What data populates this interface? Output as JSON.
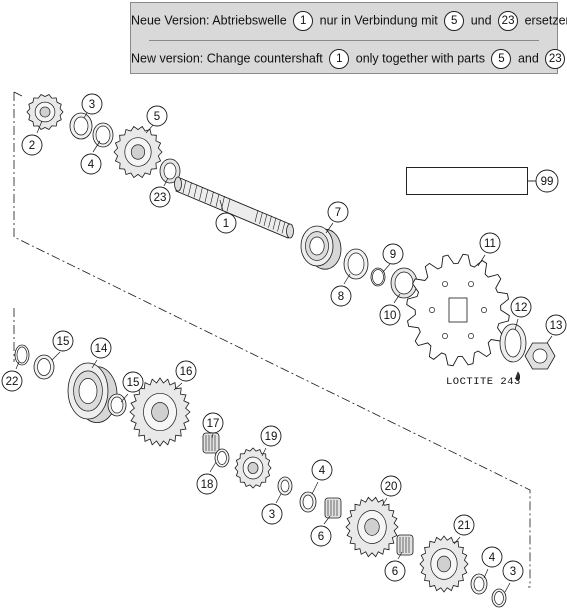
{
  "notice": {
    "de": {
      "pre": "Neue Version: Abtriebswelle",
      "ref1": "1",
      "mid": "nur in Verbindung mit",
      "ref2": "5",
      "und": "und",
      "ref3": "23",
      "post": "ersetzen!"
    },
    "en": {
      "pre": "New version: Change countershaft",
      "ref1": "1",
      "mid": "only together with parts",
      "ref2": "5",
      "und": "and",
      "ref3": "23",
      "post": "!"
    }
  },
  "kit": {
    "items": [
      "8",
      "9",
      "10",
      "12",
      "13"
    ],
    "result": "99"
  },
  "annotation": "LOCTITE 243",
  "callouts": [
    "2",
    "3",
    "4",
    "5",
    "23",
    "1",
    "7",
    "8",
    "9",
    "10",
    "11",
    "12",
    "13",
    "22",
    "15",
    "14",
    "15",
    "16",
    "17",
    "18",
    "19",
    "3",
    "4",
    "6",
    "20",
    "6",
    "21",
    "4",
    "3"
  ]
}
